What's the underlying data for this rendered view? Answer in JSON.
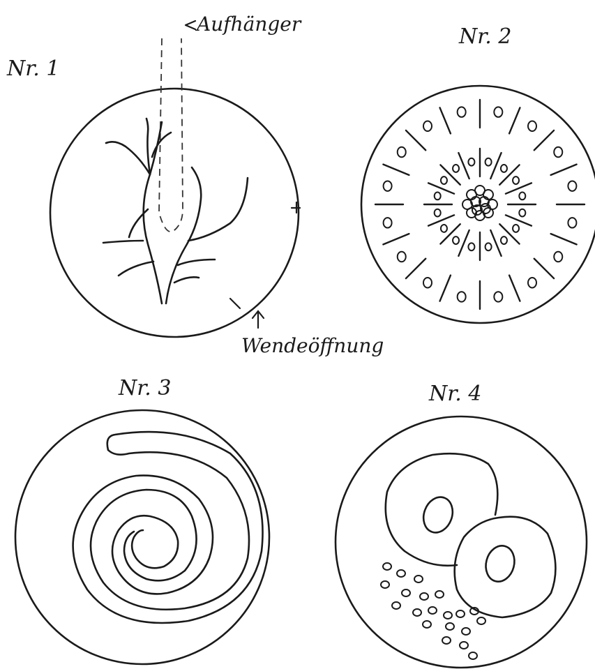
{
  "labels": {
    "nr1": "Nr. 1",
    "nr2": "Nr. 2",
    "nr3": "Nr. 3",
    "nr4": "Nr. 4",
    "aufhaenger": "Aufhänger",
    "wendeoeffnung": "Wendeöffnung"
  },
  "colors": {
    "ink": "#1a1a1a",
    "paper": "#ffffff"
  }
}
